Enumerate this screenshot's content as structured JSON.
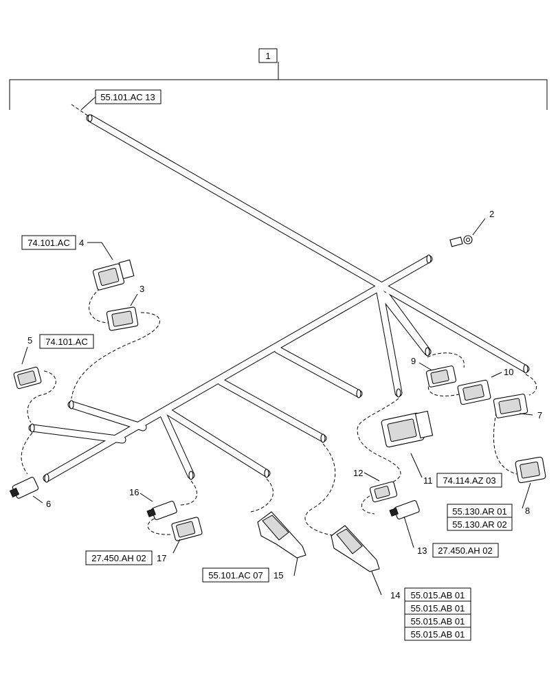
{
  "assembly": {
    "item": "1"
  },
  "references": {
    "main_harness": "55.101.AC 13",
    "item4": "74.101.AC",
    "item5": "74.101.AC",
    "item11": "74.114.AZ 03",
    "item8": [
      "55.130.AR 01",
      "55.130.AR 02"
    ],
    "item13": "27.450.AH 02",
    "item17": "27.450.AH 02",
    "item15": "55.101.AC 07",
    "item14": [
      "55.015.AB 01",
      "55.015.AB 01",
      "55.015.AB 01",
      "55.015.AB 01"
    ]
  },
  "callouts": {
    "c2": "2",
    "c3": "3",
    "c4": "4",
    "c5": "5",
    "c6": "6",
    "c7": "7",
    "c8": "8",
    "c9": "9",
    "c10": "10",
    "c11": "11",
    "c12": "12",
    "c13": "13",
    "c14": "14",
    "c15": "15",
    "c16": "16",
    "c17": "17"
  }
}
